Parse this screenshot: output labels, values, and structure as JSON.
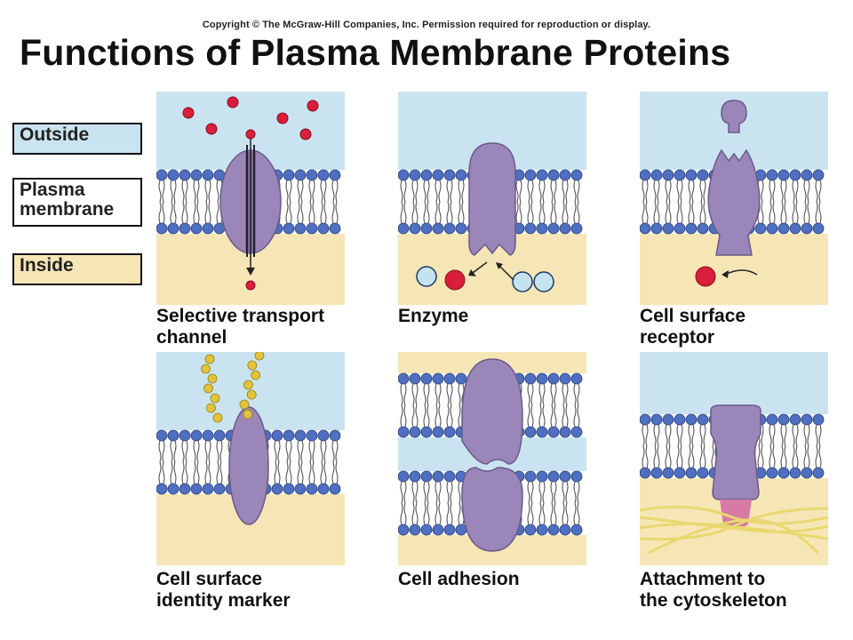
{
  "copyright": "Copyright © The McGraw-Hill Companies, Inc. Permission required for reproduction or display.",
  "title": "Functions of Plasma Membrane Proteins",
  "legend": {
    "outside": "Outside",
    "membrane": "Plasma\nmembrane",
    "inside": "Inside"
  },
  "panels": [
    {
      "caption": "Selective transport\nchannel"
    },
    {
      "caption": "Enzyme"
    },
    {
      "caption": "Cell surface\nreceptor"
    },
    {
      "caption": "Cell surface\nidentity marker"
    },
    {
      "caption": "Cell adhesion"
    },
    {
      "caption": "Attachment to\nthe cytoskeleton"
    }
  ],
  "colors": {
    "outside": "#c9e4f0",
    "inside": "#f6e6b6",
    "lipid_head": "#4f6fc0",
    "protein": "#9a86b8",
    "molecule": "#d81e3a",
    "sugar_chain": "#e0c43a",
    "cytoskeleton": "#e8d870"
  }
}
